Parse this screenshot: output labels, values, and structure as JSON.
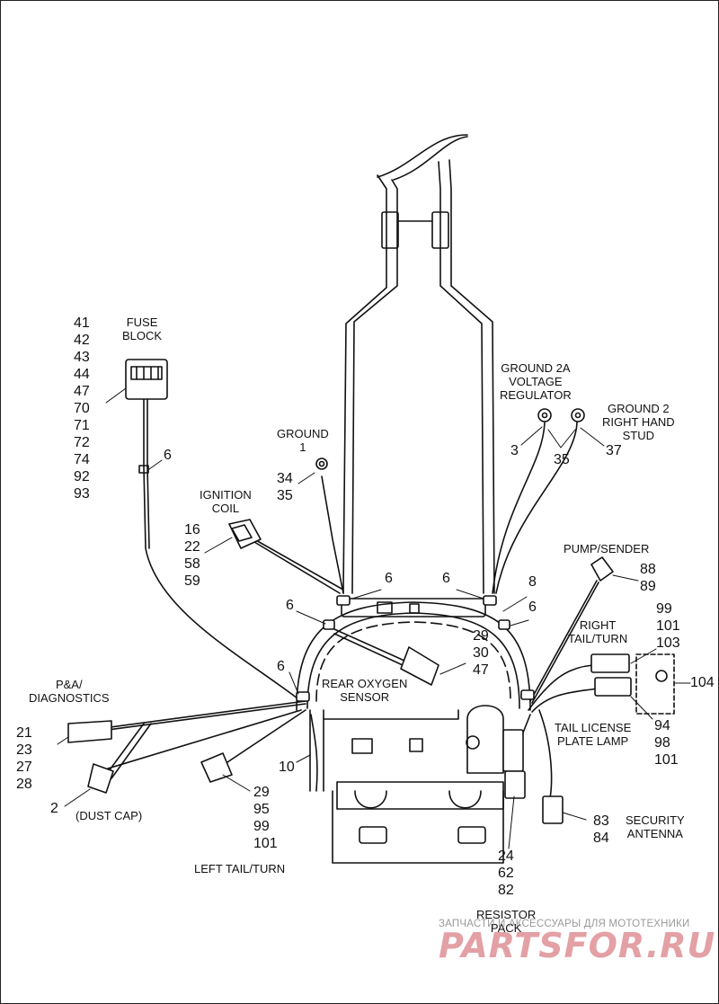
{
  "labels": {
    "fuse_block": "FUSE\nBLOCK",
    "ground1": "GROUND\n1",
    "ground2a": "GROUND 2A\nVOLTAGE\nREGULATOR",
    "ground2": "GROUND 2\nRIGHT HAND\nSTUD",
    "ignition_coil": "IGNITION\nCOIL",
    "pump_sender": "PUMP/SENDER",
    "right_tail": "RIGHT\nTAIL/TURN",
    "rear_o2": "REAR OXYGEN\nSENSOR",
    "pa_diag": "P&A/\nDIAGNOSTICS",
    "dust_cap": "(DUST CAP)",
    "tail_license": "TAIL LICENSE\nPLATE LAMP",
    "security": "SECURITY\nANTENNA",
    "left_tail": "LEFT TAIL/TURN",
    "resistor": "RESISTOR\nPACK"
  },
  "callouts": {
    "fuse_parts": "41\n42\n43\n44\n47\n70\n71\n72\n74\n92\n93",
    "fuse_clip": "6",
    "ground1_parts": "34\n35",
    "g2a_part": "3",
    "g_shared": "35",
    "g2_part": "37",
    "coil_parts": "16\n22\n58\n59",
    "clip_a": "6",
    "clip_b": "6",
    "clip_c": "6",
    "clip_d": "6",
    "clip_e": "6",
    "clip_f": "8",
    "pump_parts": "88\n89",
    "o2_parts": "29\n30\n47",
    "right_tail_parts": "99\n101\n103",
    "lamp_box": "104",
    "pa_parts": "21\n23\n27\n28",
    "dust_part": "2",
    "harness_10": "10",
    "left_tail_parts": "29\n95\n99\n101",
    "license_parts": "94\n98\n101",
    "security_parts": "83\n84",
    "resistor_parts": "24\n62\n82"
  },
  "watermark": {
    "small": "ЗАПЧАСТИ И АКСЕССУАРЫ ДЛЯ МОТОТЕХНИКИ",
    "big": "PARTSFOR.RU"
  }
}
